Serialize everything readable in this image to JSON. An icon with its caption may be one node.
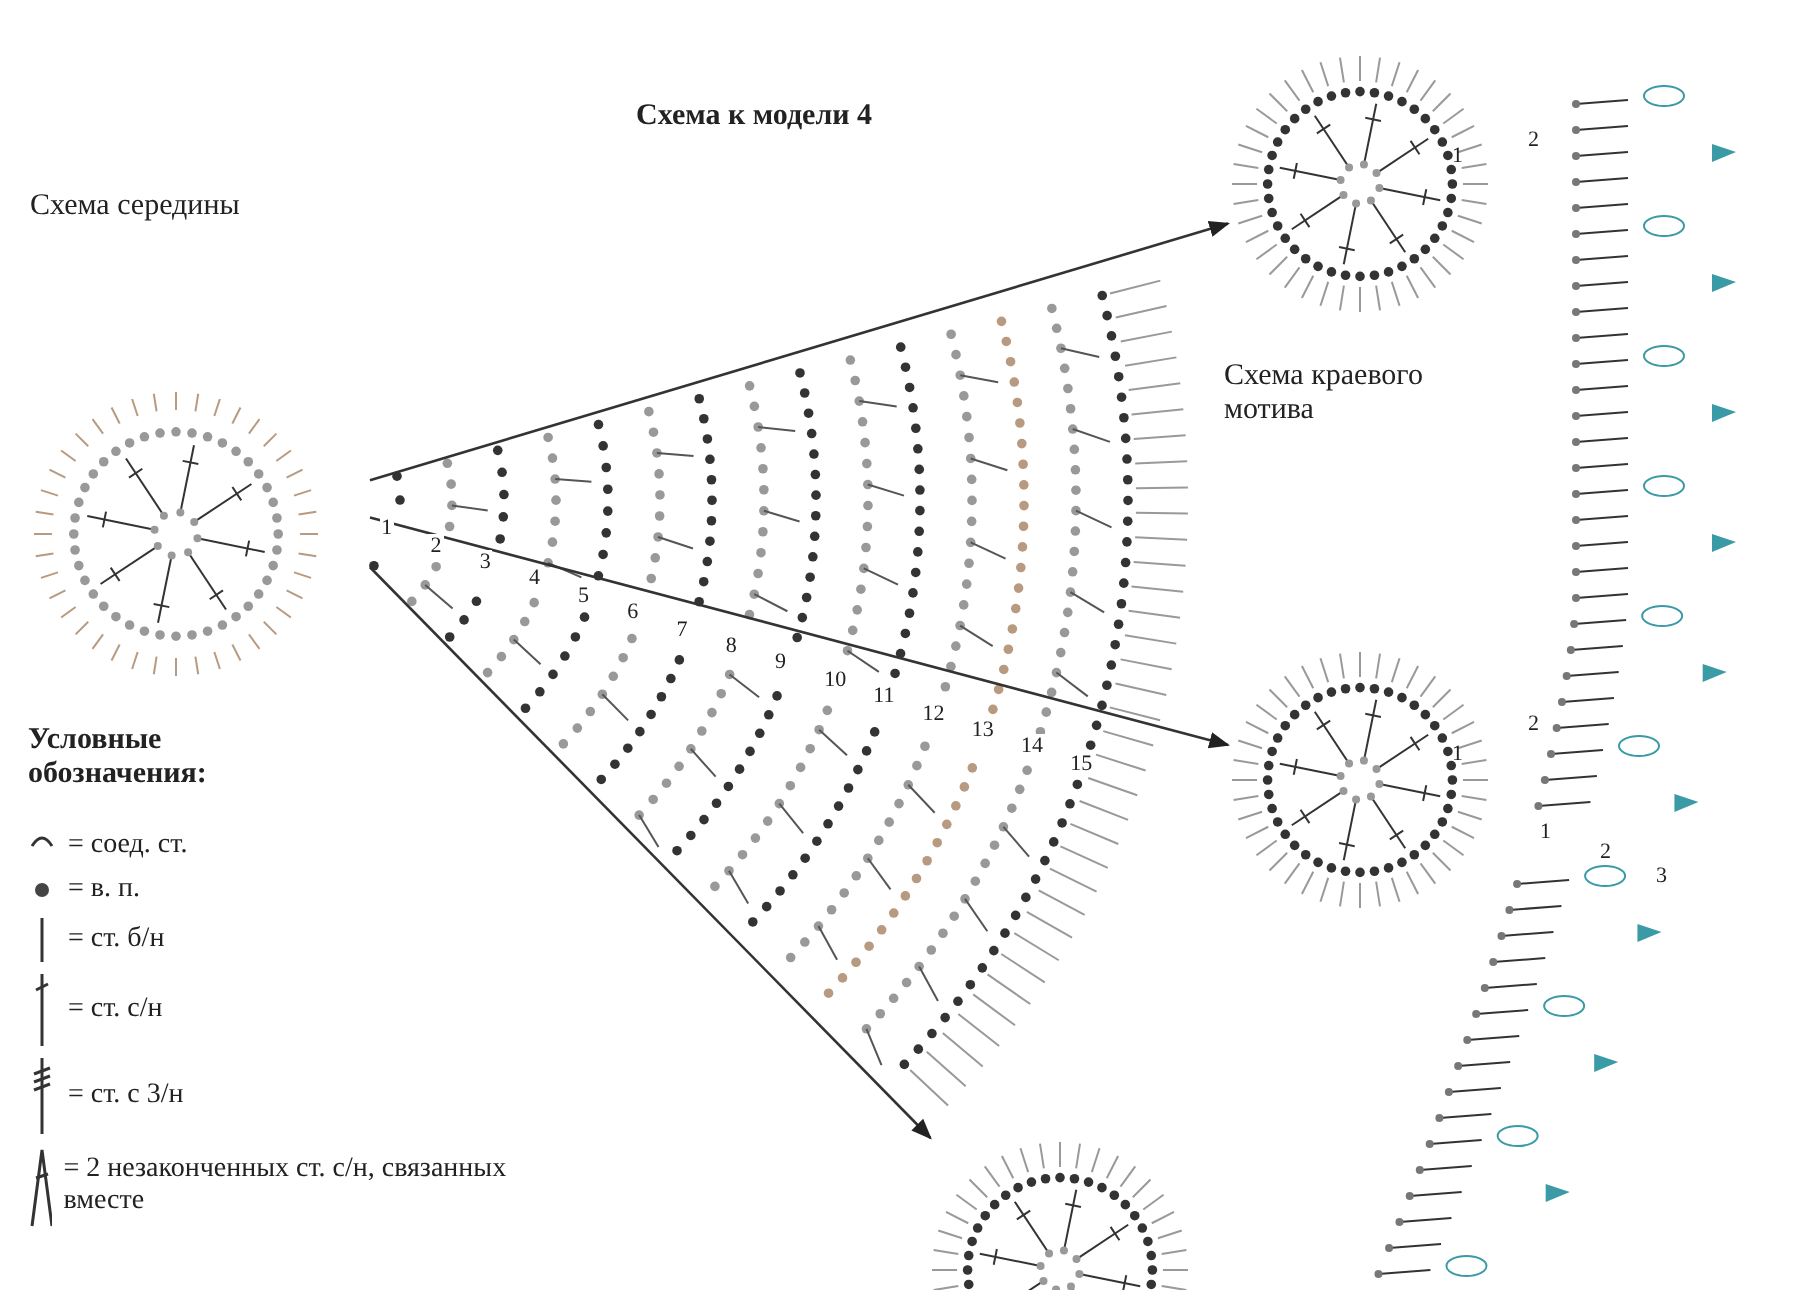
{
  "diagram": {
    "title": "Схема к модели 4",
    "nodes": [
      {
        "text": [
          "Схема середины"
        ]
      },
      {
        "text": [],
        "shape": "circle"
      },
      {
        "text": [],
        "shape": "circle"
      },
      {
        "text": [],
        "shape": "circle"
      }
    ],
    "edges": [
      {
        "from": 0,
        "to": 1,
        "arrow": "to"
      },
      {
        "from": 0,
        "to": 2,
        "arrow": "to"
      },
      {
        "from": 0,
        "to": 3,
        "arrow": "to"
      }
    ],
    "labels": [
      "2",
      "1",
      "1",
      "2",
      "3",
      "4",
      "5",
      "6",
      "7",
      "8",
      "9",
      "10",
      "11",
      "12",
      "13",
      "14",
      "15",
      "Схема краевого мотива",
      "2",
      "1",
      "1",
      "2",
      "3",
      "Условные обозначения:"
    ],
    "legend": [
      {
        "text": "= соед. ст."
      },
      {
        "text": "= в. п."
      },
      {
        "text": "= ст. б/н"
      },
      {
        "text": "= ст. с/н"
      },
      {
        "text": "= ст. с 3/н"
      },
      {
        "text": "= 2 незаконченных ст. с/н, связанных вместе"
      }
    ]
  }
}
